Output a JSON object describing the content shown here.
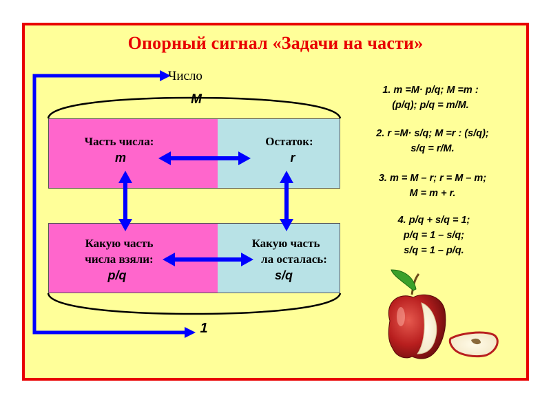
{
  "title": "Опорный сигнал «Задачи на части»",
  "whole": {
    "label": "Число",
    "symbol": "M"
  },
  "unit": {
    "symbol": "1"
  },
  "part": {
    "label": "Часть числа:",
    "symbol": "m"
  },
  "remainder": {
    "label": "Остаток:",
    "symbol": "r"
  },
  "taken_fraction": {
    "line1": "Какую часть",
    "line2": "числа взяли:",
    "symbol": "p/q"
  },
  "left_fraction": {
    "line1": "Какую часть",
    "line2": "ла осталась:",
    "symbol": "s/q"
  },
  "formulas": [
    {
      "line1": "1. m =M· p/q;  M =m :",
      "line2": "(p/q);   p/q = m/M."
    },
    {
      "line1": "2. r =M· s/q;  M =r : (s/q);",
      "line2": "s/q = r/M."
    },
    {
      "line1": "3. m = M – r;  r = M – m;",
      "line2": "M = m + r."
    },
    {
      "line1": "4. p/q + s/q = 1;",
      "line2": "p/q = 1 – s/q;",
      "line3": "s/q = 1 – p/q."
    }
  ],
  "colors": {
    "border": "#e80000",
    "background": "#ffff99",
    "part_fill": "#ff66cc",
    "remainder_fill": "#b8e2e6",
    "arrow": "#0000ff"
  },
  "icons": [
    "apple-icon",
    "apple-slice-icon"
  ]
}
